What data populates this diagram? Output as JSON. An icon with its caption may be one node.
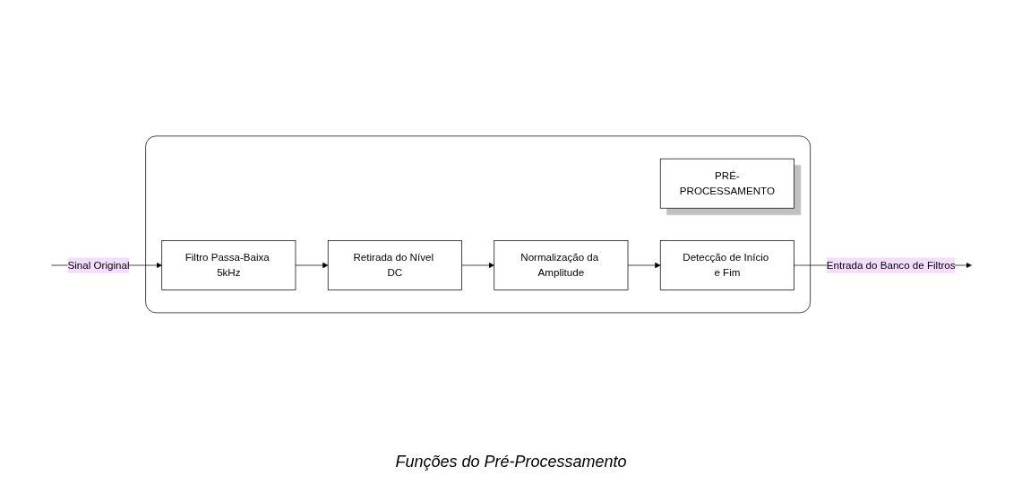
{
  "diagram": {
    "caption": "Funções do Pré-Processamento",
    "nodes": [
      {
        "text": [],
        "shape": "box"
      },
      {
        "text": [
          "PRÉ-PROCESSAMENTO"
        ],
        "in": 0
      },
      {
        "text": [
          "Filtro Passa-Baixa 5kHz"
        ],
        "in": 0
      },
      {
        "text": [
          "Retirada do Nível DC"
        ],
        "in": 0
      },
      {
        "text": [
          "Normalização da Amplitude"
        ],
        "in": 0
      },
      {
        "text": [
          "Detecção de Início e Fim"
        ],
        "in": 0
      }
    ],
    "edges": [
      {
        "from": null,
        "to": 2,
        "arrow": "to",
        "label": "Sinal Original"
      },
      {
        "from": 2,
        "to": 3,
        "arrow": "to"
      },
      {
        "from": 3,
        "to": 4,
        "arrow": "to"
      },
      {
        "from": 4,
        "to": 5,
        "arrow": "to"
      },
      {
        "from": 5,
        "to": null,
        "arrow": "to",
        "label": "Entrada do Banco de Filtros"
      }
    ]
  }
}
